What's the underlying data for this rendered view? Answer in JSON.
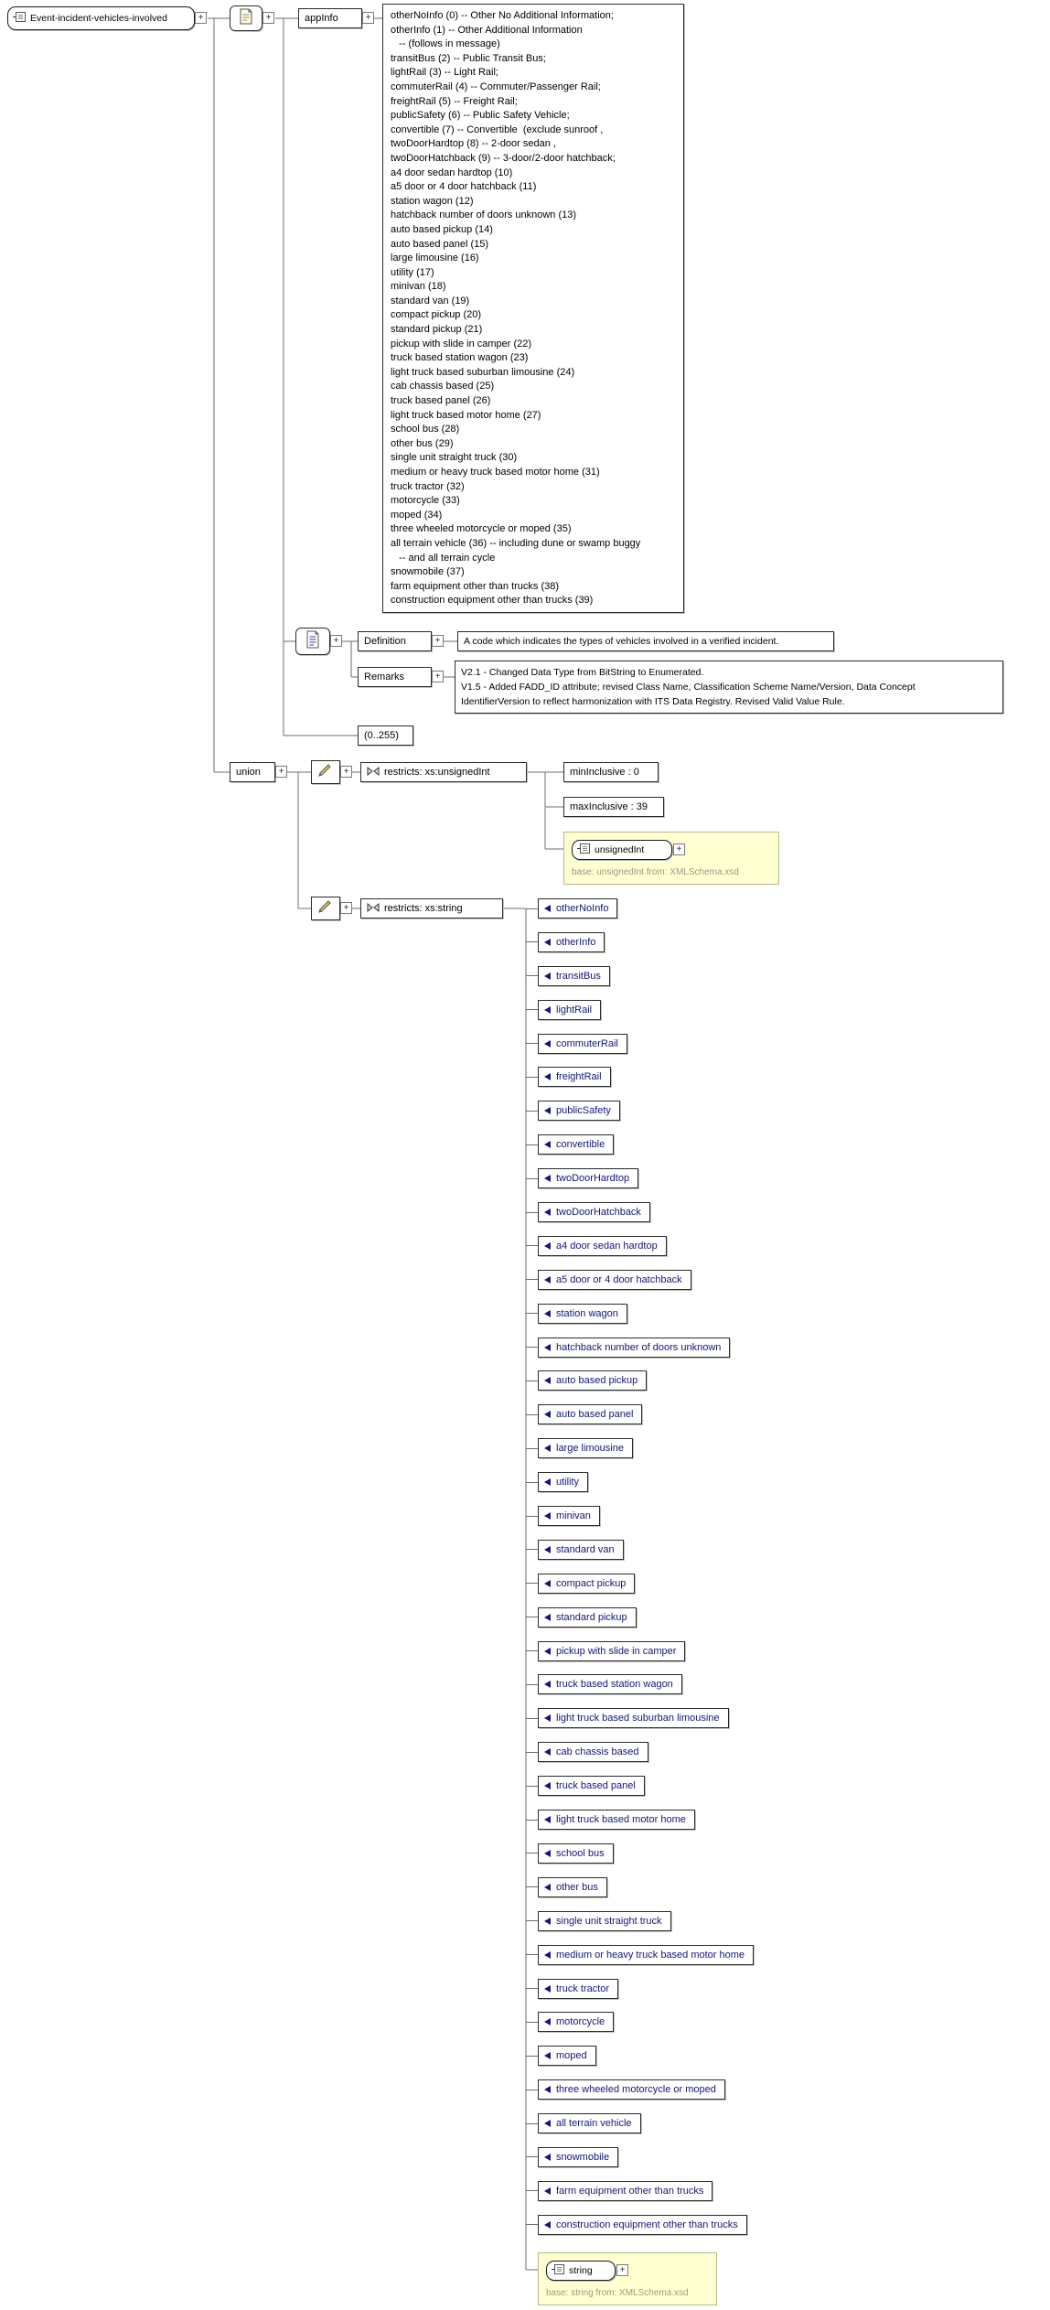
{
  "ui": {
    "expand_glyph": "+"
  },
  "root_element": {
    "label": "Event-incident-vehicles-involved"
  },
  "annotation": {
    "appinfo_label": "appInfo",
    "appinfo_lines": [
      "otherNoInfo (0) -- Other No Additional Information;",
      "otherInfo (1) -- Other Additional Information",
      "   -- (follows in message)",
      "transitBus (2) -- Public Transit Bus;",
      "lightRail (3) -- Light Rail;",
      "commuterRail (4) -- Commuter/Passenger Rail;",
      "freightRail (5) -- Freight Rail;",
      "publicSafety (6) -- Public Safety Vehicle;",
      "convertible (7) -- Convertible  (exclude sunroof ,",
      "twoDoorHardtop (8) -- 2-door sedan ,",
      "twoDoorHatchback (9) -- 3-door/2-door hatchback;",
      "a4 door sedan hardtop (10)",
      "a5 door or 4 door hatchback (11)",
      "station wagon (12)",
      "hatchback number of doors unknown (13)",
      "auto based pickup (14)",
      "auto based panel (15)",
      "large limousine (16)",
      "utility (17)",
      "minivan (18)",
      "standard van (19)",
      "compact pickup (20)",
      "standard pickup (21)",
      "pickup with slide in camper (22)",
      "truck based station wagon (23)",
      "light truck based suburban limousine (24)",
      "cab chassis based (25)",
      "truck based panel (26)",
      "light truck based motor home (27)",
      "school bus (28)",
      "other bus (29)",
      "single unit straight truck (30)",
      "medium or heavy truck based motor home (31)",
      "truck tractor (32)",
      "motorcycle (33)",
      "moped (34)",
      "three wheeled motorcycle or moped (35)",
      "all terrain vehicle (36) -- including dune or swamp buggy",
      "   -- and all terrain cycle",
      "snowmobile (37)",
      "farm equipment other than trucks (38)",
      "construction equipment other than trucks (39)"
    ]
  },
  "documentation": {
    "definition_label": "Definition",
    "definition_text": "A code which indicates the types of vehicles involved in a verified incident.",
    "remarks_label": "Remarks",
    "remarks_lines": [
      "V2.1 - Changed Data Type from BitString to Enumerated.",
      "V1.5 - Added FADD_ID attribute; revised Class Name, Classification Scheme Name/Version, Data Concept",
      "IdentifierVersion to reflect harmonization with ITS Data Registry. Revised Valid Value Rule."
    ],
    "length_facet": "(0..255)"
  },
  "union_type": {
    "label": "union"
  },
  "unsignedint_branch": {
    "restriction_label": "restricts: xs:unsignedInt",
    "min_inclusive": "minInclusive : 0",
    "max_inclusive": "maxInclusive : 39",
    "base_label": "unsignedInt",
    "base_note": "base: unsignedInt from: XMLSchema.xsd"
  },
  "string_branch": {
    "restriction_label": "restricts: xs:string",
    "enumerations": [
      "otherNoInfo",
      "otherInfo",
      "transitBus",
      "lightRail",
      "commuterRail",
      "freightRail",
      "publicSafety",
      "convertible",
      "twoDoorHardtop",
      "twoDoorHatchback",
      "a4 door sedan hardtop",
      "a5 door or 4 door hatchback",
      "station wagon",
      "hatchback number of doors unknown",
      "auto based pickup",
      "auto based panel",
      "large limousine",
      "utility",
      "minivan",
      "standard van",
      "compact pickup",
      "standard pickup",
      "pickup with slide in camper",
      "truck based station wagon",
      "light truck based suburban limousine",
      "cab chassis based",
      "truck based panel",
      "light truck based motor home",
      "school bus",
      "other bus",
      "single unit straight truck",
      "medium or heavy truck based motor home",
      "truck tractor",
      "motorcycle",
      "moped",
      "three wheeled motorcycle or moped",
      "all terrain vehicle",
      "snowmobile",
      "farm equipment other than trucks",
      "construction equipment other than trucks"
    ],
    "base_label": "string",
    "base_note": "base: string from: XMLSchema.xsd"
  }
}
